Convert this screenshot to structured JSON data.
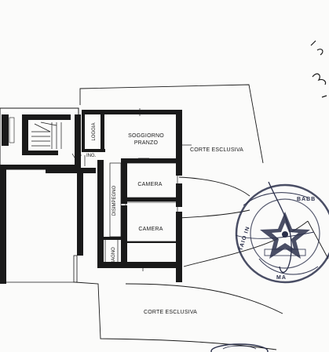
{
  "rooms": {
    "soggiorno_line1": "SOGGIORNO",
    "soggiorno_line2": "PRANZO",
    "camera_top": "CAMERA",
    "camera_bottom": "CAMERA",
    "loggia": "LOGGIA",
    "ingresso": "ING.",
    "disimpegno": "DISIMPEGNO",
    "bagno": "BAGNO"
  },
  "yards": {
    "corte_right": "CORTE ESCLUSIVA",
    "corte_bottom": "CORTE ESCLUSIVA"
  },
  "seal": {
    "text_a": "BABB",
    "text_b": "TAIO IN",
    "text_c": "MA"
  },
  "colors": {
    "ink": "#1a1a1a",
    "seal": "#2a2f4a",
    "paper": "#fbfbfa"
  }
}
